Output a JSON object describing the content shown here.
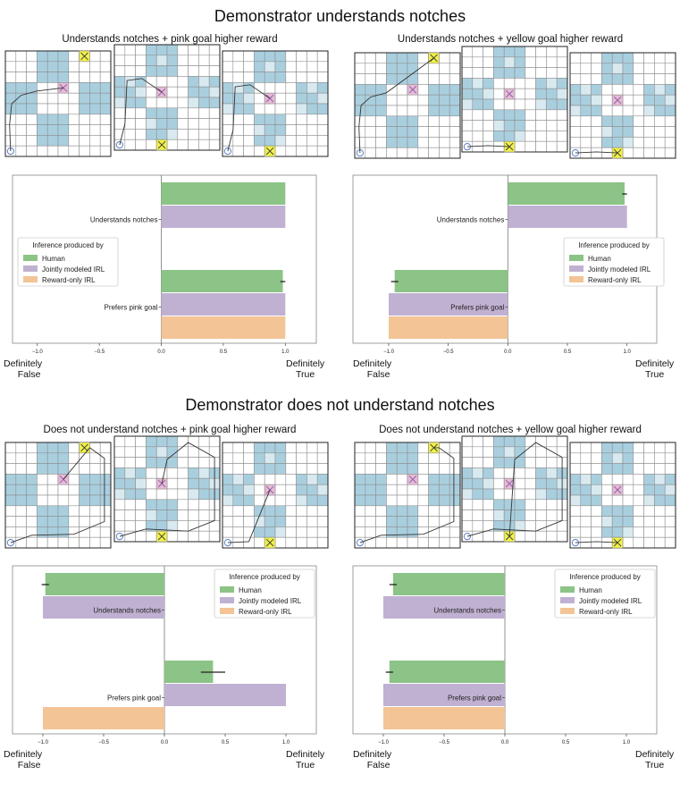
{
  "sections": [
    {
      "title": "Demonstrator understands notches"
    },
    {
      "title": "Demonstrator does not understand notches"
    }
  ],
  "colors": {
    "human": "#8cc386",
    "jointly": "#c0b1d2",
    "reward_only": "#f2c496",
    "cell_blue": "#a9cfdf",
    "cell_light": "#d8e9f0",
    "pink_goal": "#e8bad6",
    "yellow_goal": "#f2f247",
    "start": "#5b7ec9"
  },
  "extreme_labels": {
    "left": [
      "Definitely",
      "False"
    ],
    "right": [
      "Definitely",
      "True"
    ]
  },
  "panels": [
    {
      "title": "Understands notches + pink goal higher reward",
      "legend_title": "Inference produced by",
      "chart_data": {
        "type": "bar",
        "orientation": "horizontal",
        "categories": [
          "Understands notches",
          "Prefers pink goal"
        ],
        "series": [
          {
            "name": "Human",
            "values": [
              1.0,
              0.98
            ],
            "errors": [
              null,
              0.02
            ]
          },
          {
            "name": "Jointly modeled IRL",
            "values": [
              1.0,
              1.0
            ],
            "errors": [
              null,
              null
            ]
          },
          {
            "name": "Reward-only IRL",
            "values": [
              null,
              1.0
            ],
            "errors": [
              null,
              null
            ]
          }
        ],
        "xlim": [
          -1.2,
          1.25
        ],
        "xticks": [
          "−1.0",
          "−0.5",
          "0.0",
          "0.5",
          "1.0"
        ],
        "legend_position": "center-left"
      }
    },
    {
      "title": "Understands notches + yellow goal higher reward",
      "legend_title": "Inference produced by",
      "chart_data": {
        "type": "bar",
        "orientation": "horizontal",
        "categories": [
          "Understands notches",
          "Prefers pink goal"
        ],
        "series": [
          {
            "name": "Human",
            "values": [
              0.98,
              -0.95
            ],
            "errors": [
              0.02,
              0.03
            ]
          },
          {
            "name": "Jointly modeled IRL",
            "values": [
              1.0,
              -1.0
            ],
            "errors": [
              null,
              null
            ]
          },
          {
            "name": "Reward-only IRL",
            "values": [
              null,
              -1.0
            ],
            "errors": [
              null,
              null
            ]
          }
        ],
        "xlim": [
          -1.3,
          1.25
        ],
        "xticks": [
          "−1.0",
          "−0.5",
          "0.0",
          "0.5",
          "1.0"
        ],
        "legend_position": "center-right"
      }
    },
    {
      "title": "Does not understand notches + pink goal higher reward",
      "legend_title": "Inference produced by",
      "chart_data": {
        "type": "bar",
        "orientation": "horizontal",
        "categories": [
          "Understands notches",
          "Prefers pink goal"
        ],
        "series": [
          {
            "name": "Human",
            "values": [
              -0.98,
              0.4
            ],
            "errors": [
              0.03,
              0.1
            ]
          },
          {
            "name": "Jointly modeled IRL",
            "values": [
              -1.0,
              1.0
            ],
            "errors": [
              null,
              null
            ]
          },
          {
            "name": "Reward-only IRL",
            "values": [
              null,
              -1.0
            ],
            "errors": [
              null,
              null
            ]
          }
        ],
        "xlim": [
          -1.25,
          1.25
        ],
        "xticks": [
          "−1.0",
          "−0.5",
          "0.0",
          "0.5",
          "1.0"
        ],
        "legend_position": "top-right"
      }
    },
    {
      "title": "Does not understand notches + yellow goal higher reward",
      "legend_title": "Inference produced by",
      "chart_data": {
        "type": "bar",
        "orientation": "horizontal",
        "categories": [
          "Understands notches",
          "Prefers pink goal"
        ],
        "series": [
          {
            "name": "Human",
            "values": [
              -0.92,
              -0.95
            ],
            "errors": [
              0.03,
              0.03
            ]
          },
          {
            "name": "Jointly modeled IRL",
            "values": [
              -1.0,
              -1.0
            ],
            "errors": [
              null,
              null
            ]
          },
          {
            "name": "Reward-only IRL",
            "values": [
              null,
              -1.0
            ],
            "errors": [
              null,
              null
            ]
          }
        ],
        "xlim": [
          -1.25,
          1.25
        ],
        "xticks": [
          "−1.0",
          "−0.5",
          "0.0",
          "0.5",
          "1.0"
        ],
        "legend_position": "top-right"
      }
    }
  ]
}
